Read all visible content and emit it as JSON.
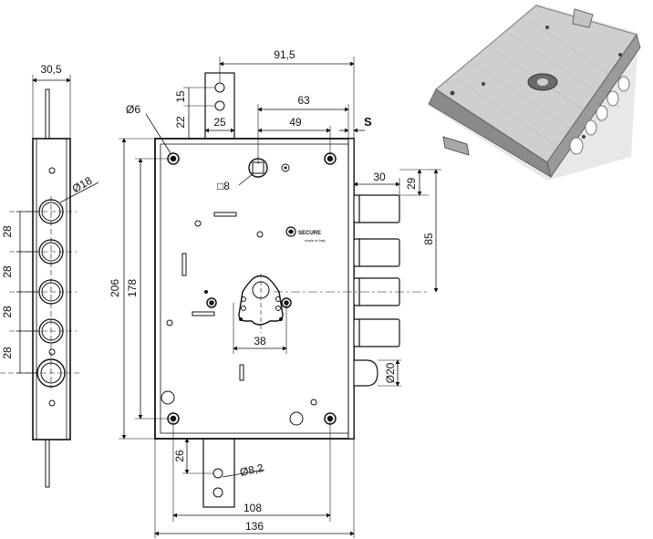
{
  "drawing": {
    "brand_label": "SECURE",
    "brand_sub": "made in Italy",
    "side_view": {
      "width_label": "30,5",
      "hole_diameter_label": "Ø18",
      "pitch_labels": [
        "28",
        "28",
        "28",
        "28"
      ]
    },
    "front_view": {
      "top_width_label": "91,5",
      "offset_63_label": "63",
      "offset_49_label": "49",
      "s_label": "S",
      "tab_top_15_label": "15",
      "tab_top_22_label": "22",
      "tab_width_25_label": "25",
      "mount_hole_label": "Ø6",
      "square_label": "□8",
      "bolt_depth_label": "30",
      "bolt_height_label": "29",
      "bolt_span_label": "85",
      "height_206_label": "206",
      "height_178_label": "178",
      "cylinder_spacing_label": "38",
      "latch_diameter_label": "Ø20",
      "tab_bottom_26_label": "26",
      "tab_hole_label": "Ø8,2",
      "bottom_108_label": "108",
      "bottom_136_label": "136"
    }
  }
}
